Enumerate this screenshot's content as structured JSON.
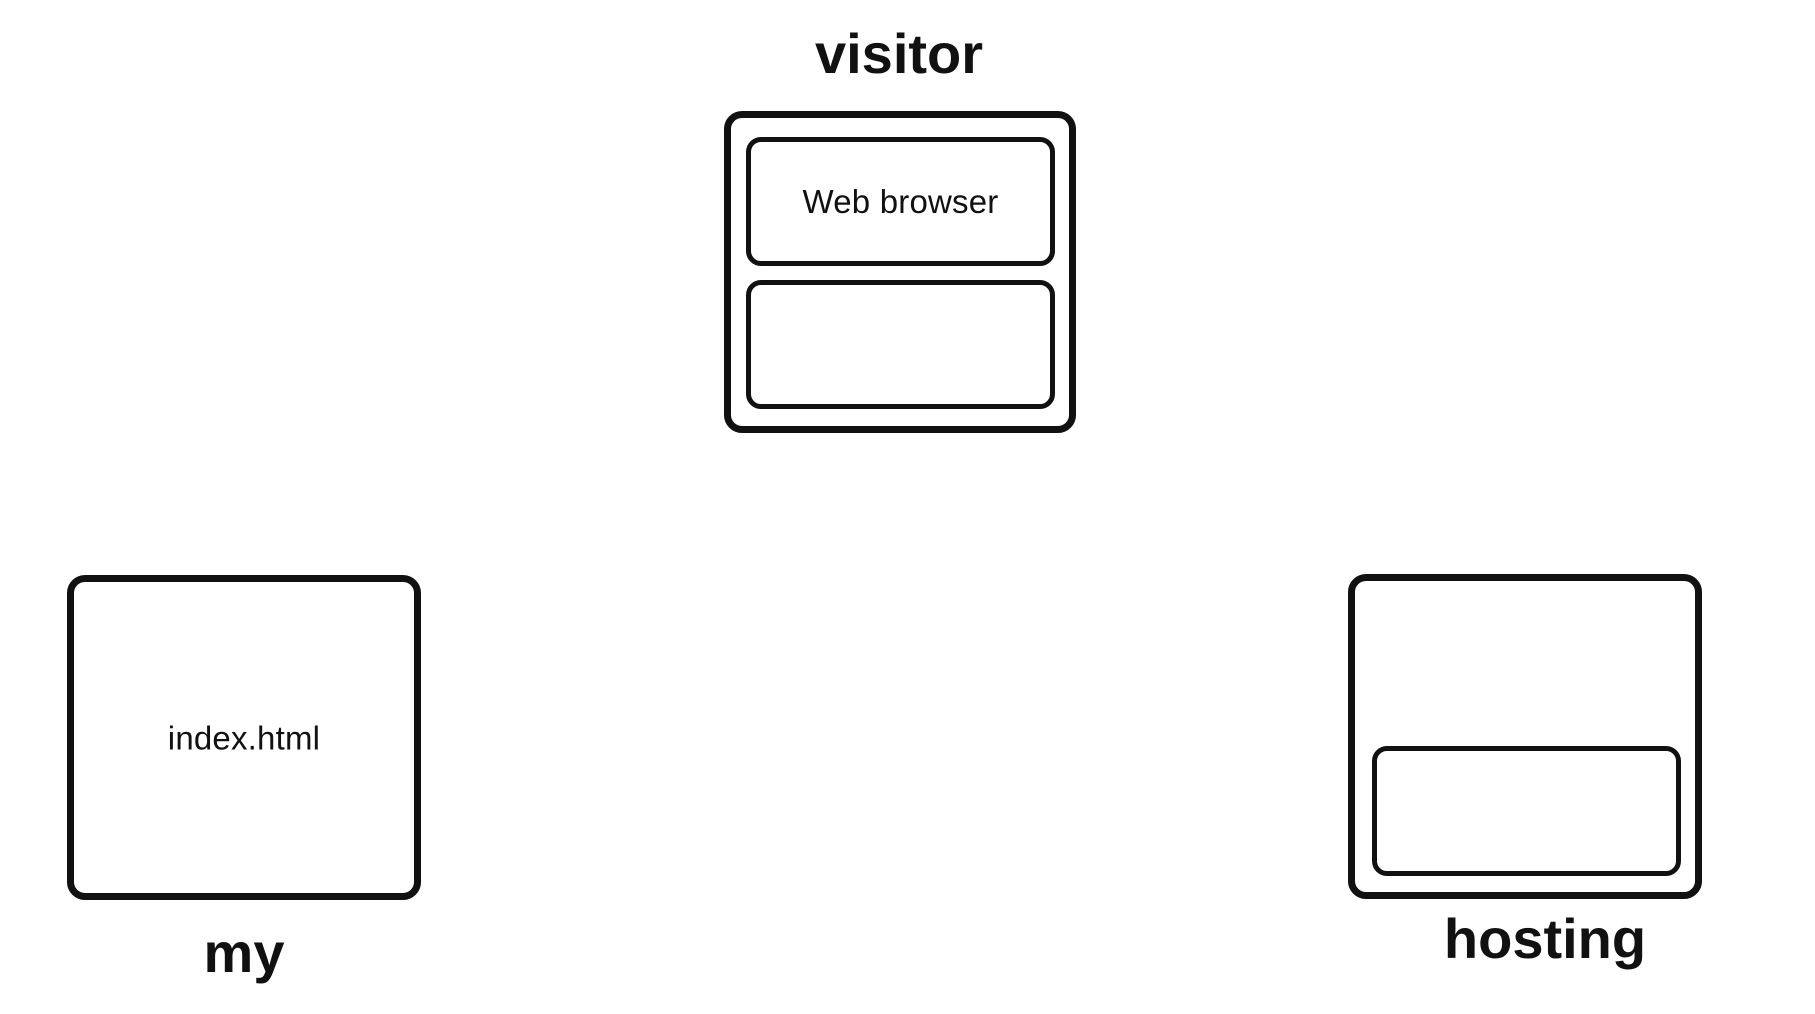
{
  "nodes": {
    "visitor": {
      "caption": "visitor",
      "top_panel_label": "Web browser",
      "bottom_panel_label": ""
    },
    "my": {
      "caption": "my",
      "file_label": "index.html"
    },
    "hosting": {
      "caption": "hosting",
      "panel_label": ""
    }
  }
}
